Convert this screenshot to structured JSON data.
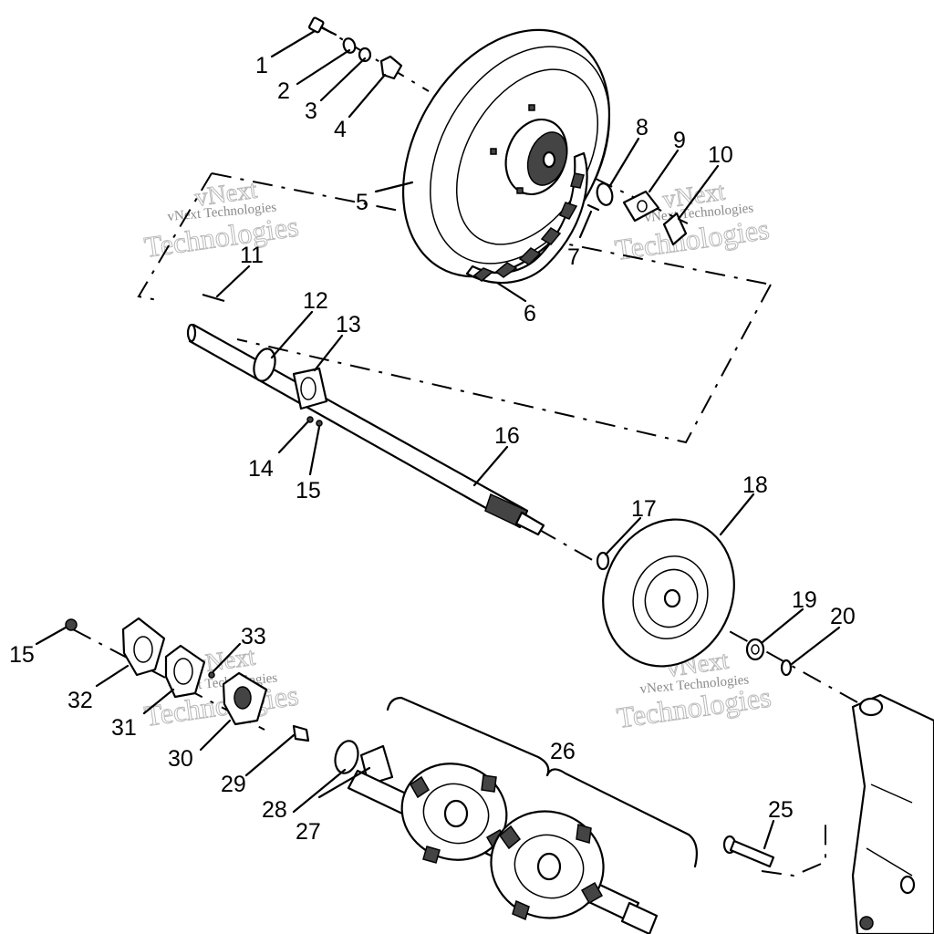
{
  "diagram": {
    "callouts": [
      {
        "id": "1",
        "text": "1"
      },
      {
        "id": "2",
        "text": "2"
      },
      {
        "id": "3",
        "text": "3"
      },
      {
        "id": "4",
        "text": "4"
      },
      {
        "id": "5",
        "text": "5"
      },
      {
        "id": "6",
        "text": "6"
      },
      {
        "id": "7",
        "text": "7"
      },
      {
        "id": "8",
        "text": "8"
      },
      {
        "id": "9",
        "text": "9"
      },
      {
        "id": "10",
        "text": "10"
      },
      {
        "id": "11",
        "text": "11"
      },
      {
        "id": "12",
        "text": "12"
      },
      {
        "id": "13",
        "text": "13"
      },
      {
        "id": "14",
        "text": "14"
      },
      {
        "id": "15a",
        "text": "15"
      },
      {
        "id": "15b",
        "text": "15"
      },
      {
        "id": "16",
        "text": "16"
      },
      {
        "id": "17",
        "text": "17"
      },
      {
        "id": "18",
        "text": "18"
      },
      {
        "id": "19",
        "text": "19"
      },
      {
        "id": "20",
        "text": "20"
      },
      {
        "id": "25",
        "text": "25"
      },
      {
        "id": "26",
        "text": "26"
      },
      {
        "id": "27",
        "text": "27"
      },
      {
        "id": "28",
        "text": "28"
      },
      {
        "id": "29",
        "text": "29"
      },
      {
        "id": "30",
        "text": "30"
      },
      {
        "id": "31",
        "text": "31"
      },
      {
        "id": "32",
        "text": "32"
      },
      {
        "id": "33",
        "text": "33"
      }
    ],
    "watermark": {
      "line1": "vNext",
      "line2": "Technologies",
      "small": "vNext Technologies"
    }
  }
}
